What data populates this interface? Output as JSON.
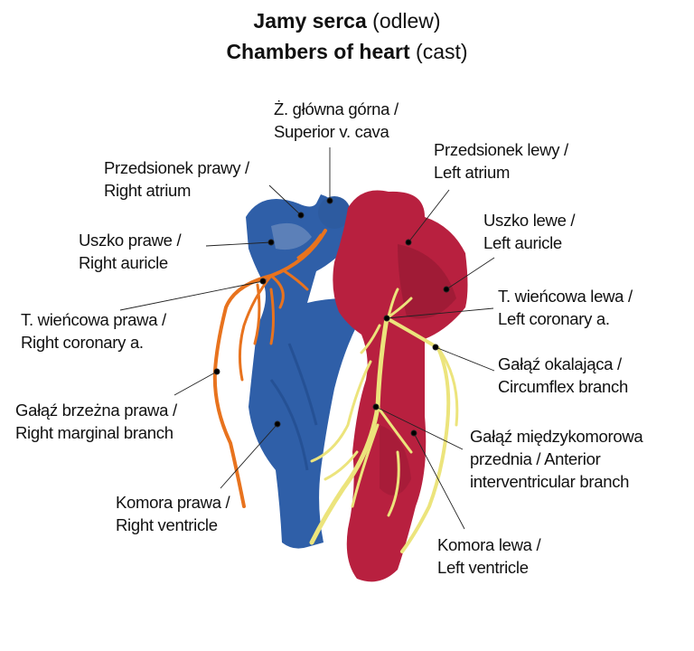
{
  "title": {
    "line1_bold": "Jamy serca",
    "line1_normal": "(odlew)",
    "line2_bold": "Chambers of heart",
    "line2_normal": "(cast)"
  },
  "labels": {
    "svc": [
      "Ż. główna górna /",
      "Superior v. cava"
    ],
    "right_atrium": [
      "Przedsionek prawy /",
      "Right atrium"
    ],
    "left_atrium": [
      "Przedsionek lewy /",
      "Left atrium"
    ],
    "left_auricle": [
      "Uszko lewe /",
      "Left auricle"
    ],
    "right_auricle": [
      "Uszko prawe /",
      "Right auricle"
    ],
    "left_coronary": [
      "T. wieńcowa lewa /",
      "Left coronary a."
    ],
    "right_coronary": [
      "T. wieńcowa prawa /",
      "Right coronary a."
    ],
    "circumflex": [
      "Gałąź okalająca /",
      "Circumflex branch"
    ],
    "right_marginal": [
      "Gałąź brzeżna prawa /",
      "Right marginal branch"
    ],
    "anterior_interventricular": [
      "Gałąź międzykomorowa",
      "przednia / Anterior",
      "interventricular branch"
    ],
    "right_ventricle": [
      "Komora prawa /",
      "Right ventricle"
    ],
    "left_ventricle": [
      "Komora lewa /",
      "Left ventricle"
    ]
  },
  "colors": {
    "venous_blue": "#2f5fa8",
    "arterial_red": "#b8203f",
    "right_coronary_orange": "#e8731e",
    "left_coronary_yellow": "#f0ea8a"
  }
}
